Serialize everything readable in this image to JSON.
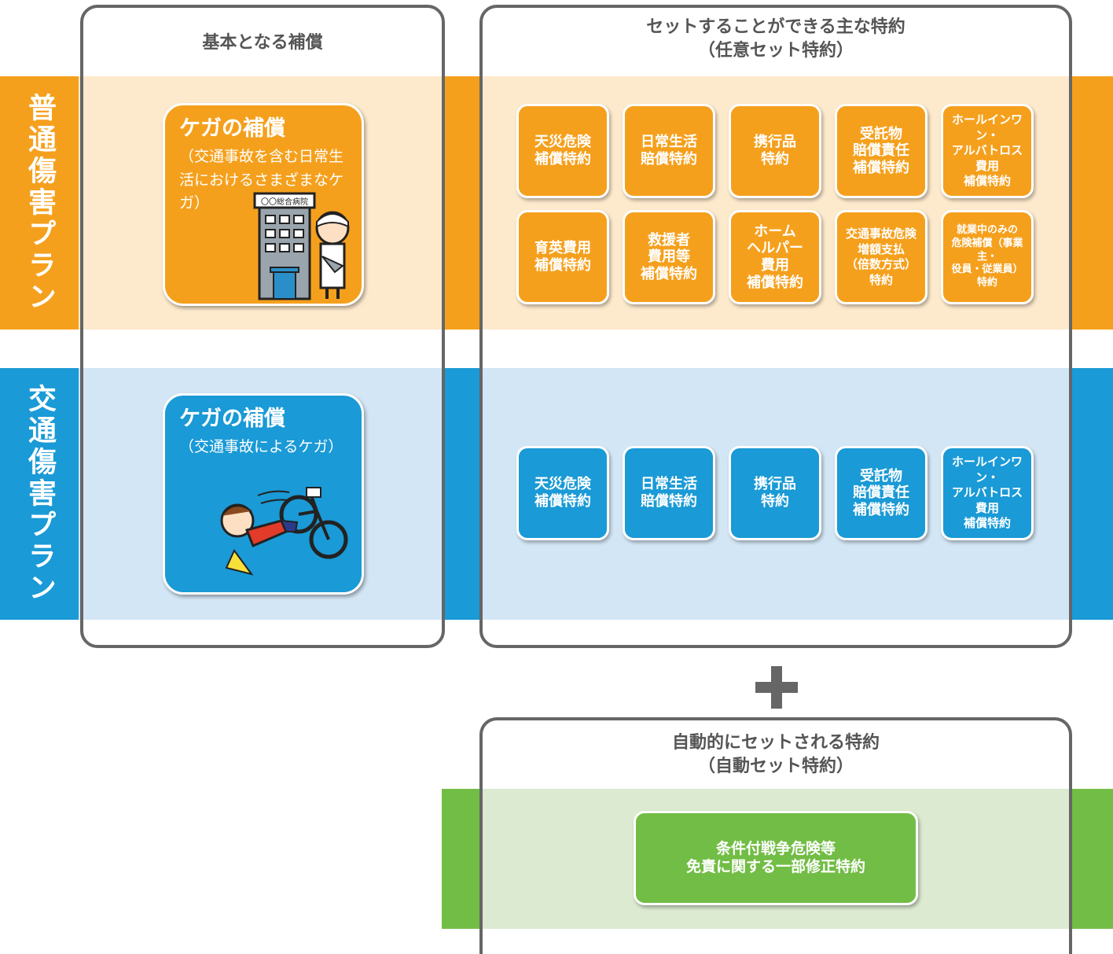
{
  "columns": {
    "basic_title": "基本となる補償",
    "optional_title_line1": "セットすることができる主な特約",
    "optional_title_line2": "（任意セット特約）",
    "auto_title_line1": "自動的にセットされる特約",
    "auto_title_line2": "（自動セット特約）"
  },
  "plans": [
    {
      "label": "普通傷害プラン",
      "color": "#f5a01d",
      "light_color": "#fde9cc",
      "basic_card": {
        "title": "ケガの補償",
        "desc": "（交通事故を含む日常生活におけるさまざまなケガ）",
        "sign_text": "〇〇総合病院",
        "illustration": "hospital-and-injured-person"
      },
      "riders": [
        "天災危険\n補償特約",
        "日常生活\n賠償特約",
        "携行品\n特約",
        "受託物\n賠償責任\n補償特約",
        "ホールインワン・\nアルバトロス\n費用\n補償特約",
        "育英費用\n補償特約",
        "救援者\n費用等\n補償特約",
        "ホーム\nヘルパー\n費用\n補償特約",
        "交通事故危険\n増額支払\n（倍数方式）\n特約",
        "就業中のみの\n危険補償（事業主・\n役員・従業員）\n特約"
      ]
    },
    {
      "label": "交通傷害プラン",
      "color": "#1a9ad6",
      "light_color": "#d3e6f5",
      "basic_card": {
        "title": "ケガの補償",
        "desc": "（交通事故によるケガ）",
        "illustration": "bicycle-fall"
      },
      "riders": [
        "天災危険\n補償特約",
        "日常生活\n賠償特約",
        "携行品\n特約",
        "受託物\n賠償責任\n補償特約",
        "ホールインワン・\nアルバトロス\n費用\n補償特約"
      ]
    }
  ],
  "auto_rider": {
    "label_line1": "条件付戦争危険等",
    "label_line2": "免責に関する一部修正特約",
    "color": "#72bd45",
    "light_color": "#dbead0"
  }
}
